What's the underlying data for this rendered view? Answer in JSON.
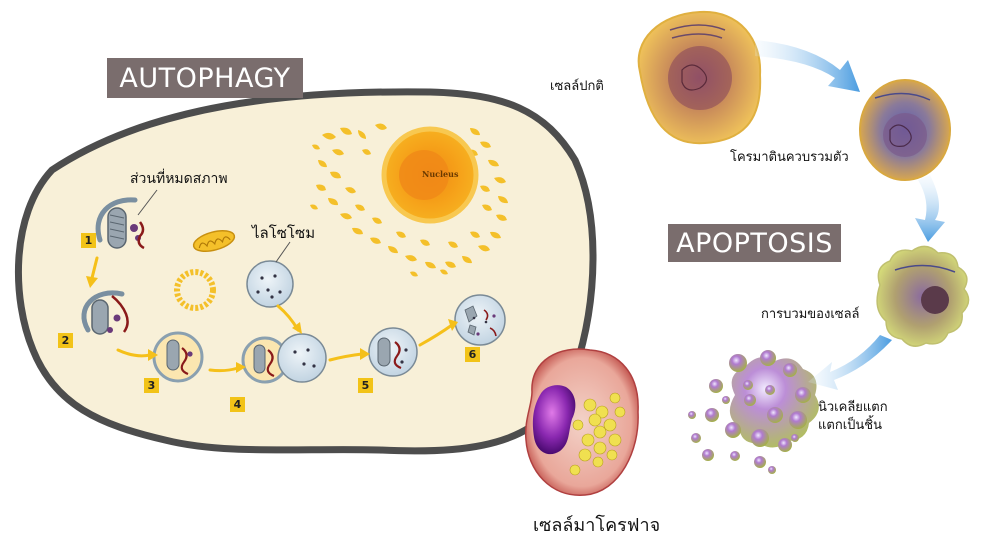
{
  "autophagy": {
    "title": "AUTOPHAGY",
    "damaged_part_label": "ส่วนที่หมดสภาพ",
    "lysosome_label": "ไลโซโซม",
    "nucleus_label": "Nucleus",
    "steps": [
      "1",
      "2",
      "3",
      "4",
      "5",
      "6"
    ]
  },
  "apoptosis": {
    "title": "APOPTOSIS",
    "normal_cell_label": "เซลล์ปกติ",
    "chromatin_label": "โครมาตินควบรวมตัว",
    "swelling_label": "การบวมของเซลล์",
    "fragment_label_1": "นิวเคลียแตก",
    "fragment_label_2": "แตกเป็นชิ้น",
    "macrophage_label": "เซลล์มาโครฟาจ"
  },
  "colors": {
    "title_box": "#7a6d6d",
    "cell_fill": "#f8f0d8",
    "cell_outline": "#4d4d4d",
    "number_badge": "#f2c318",
    "arrow_yellow": "#f5c01a",
    "arrow_blue": "#5aa6e0",
    "vesicle_blue": "#d5e3ee",
    "nucleus_orange": "#f7b020"
  }
}
